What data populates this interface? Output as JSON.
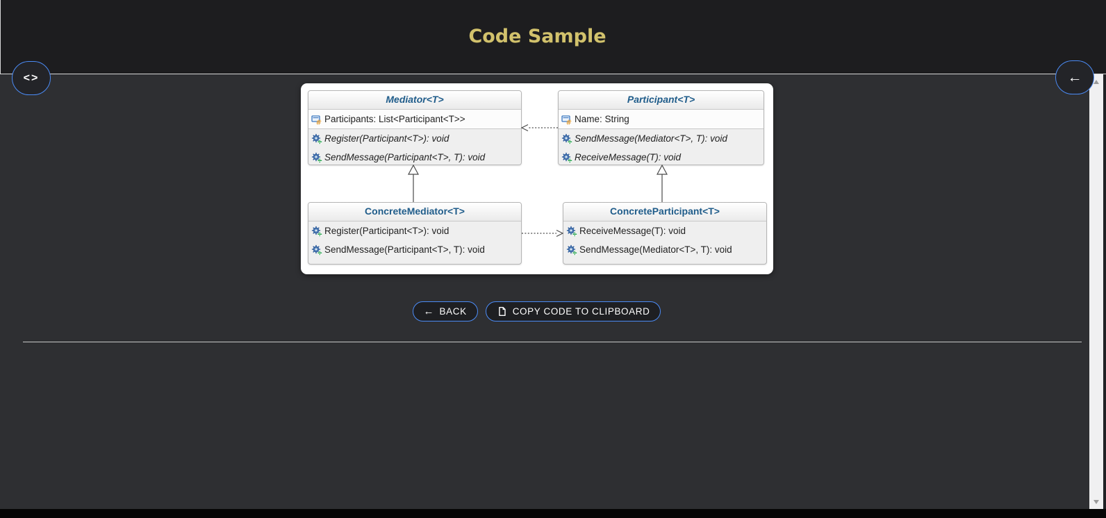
{
  "header": {
    "title": "Code Sample"
  },
  "icons": {
    "code": "<>",
    "back_arrow": "←",
    "copy": "document-copy"
  },
  "diagram": {
    "classes": [
      {
        "name": "Mediator<T>",
        "abstract": true,
        "fields": [
          "Participants: List<Participant<T>>"
        ],
        "methods": [
          "Register(Participant<T>): void",
          "SendMessage(Participant<T>, T): void"
        ]
      },
      {
        "name": "Participant<T>",
        "abstract": true,
        "fields": [
          "Name: String"
        ],
        "methods": [
          "SendMessage(Mediator<T>, T): void",
          "ReceiveMessage(T): void"
        ]
      },
      {
        "name": "ConcreteMediator<T>",
        "abstract": false,
        "fields": [],
        "methods": [
          "Register(Participant<T>): void",
          "SendMessage(Participant<T>, T): void"
        ]
      },
      {
        "name": "ConcreteParticipant<T>",
        "abstract": false,
        "fields": [],
        "methods": [
          "ReceiveMessage(T): void",
          "SendMessage(Mediator<T>, T): void"
        ]
      }
    ],
    "relations": [
      {
        "from": "Participant<T>",
        "to": "Mediator<T>",
        "type": "dashed-dependency"
      },
      {
        "from": "ConcreteMediator<T>",
        "to": "Mediator<T>",
        "type": "inheritance"
      },
      {
        "from": "ConcreteParticipant<T>",
        "to": "Participant<T>",
        "type": "inheritance"
      },
      {
        "from": "ConcreteMediator<T>",
        "to": "ConcreteParticipant<T>",
        "type": "dashed-dependency"
      }
    ]
  },
  "actions": {
    "back": "BACK",
    "copy": "COPY CODE TO CLIPBOARD"
  },
  "colors": {
    "title": "#d2c26c",
    "accent_blue": "#4b8bf5",
    "class_name_blue": "#1f5c8a",
    "header_bg": "#1d1d1f",
    "content_bg": "#2e2f32"
  }
}
